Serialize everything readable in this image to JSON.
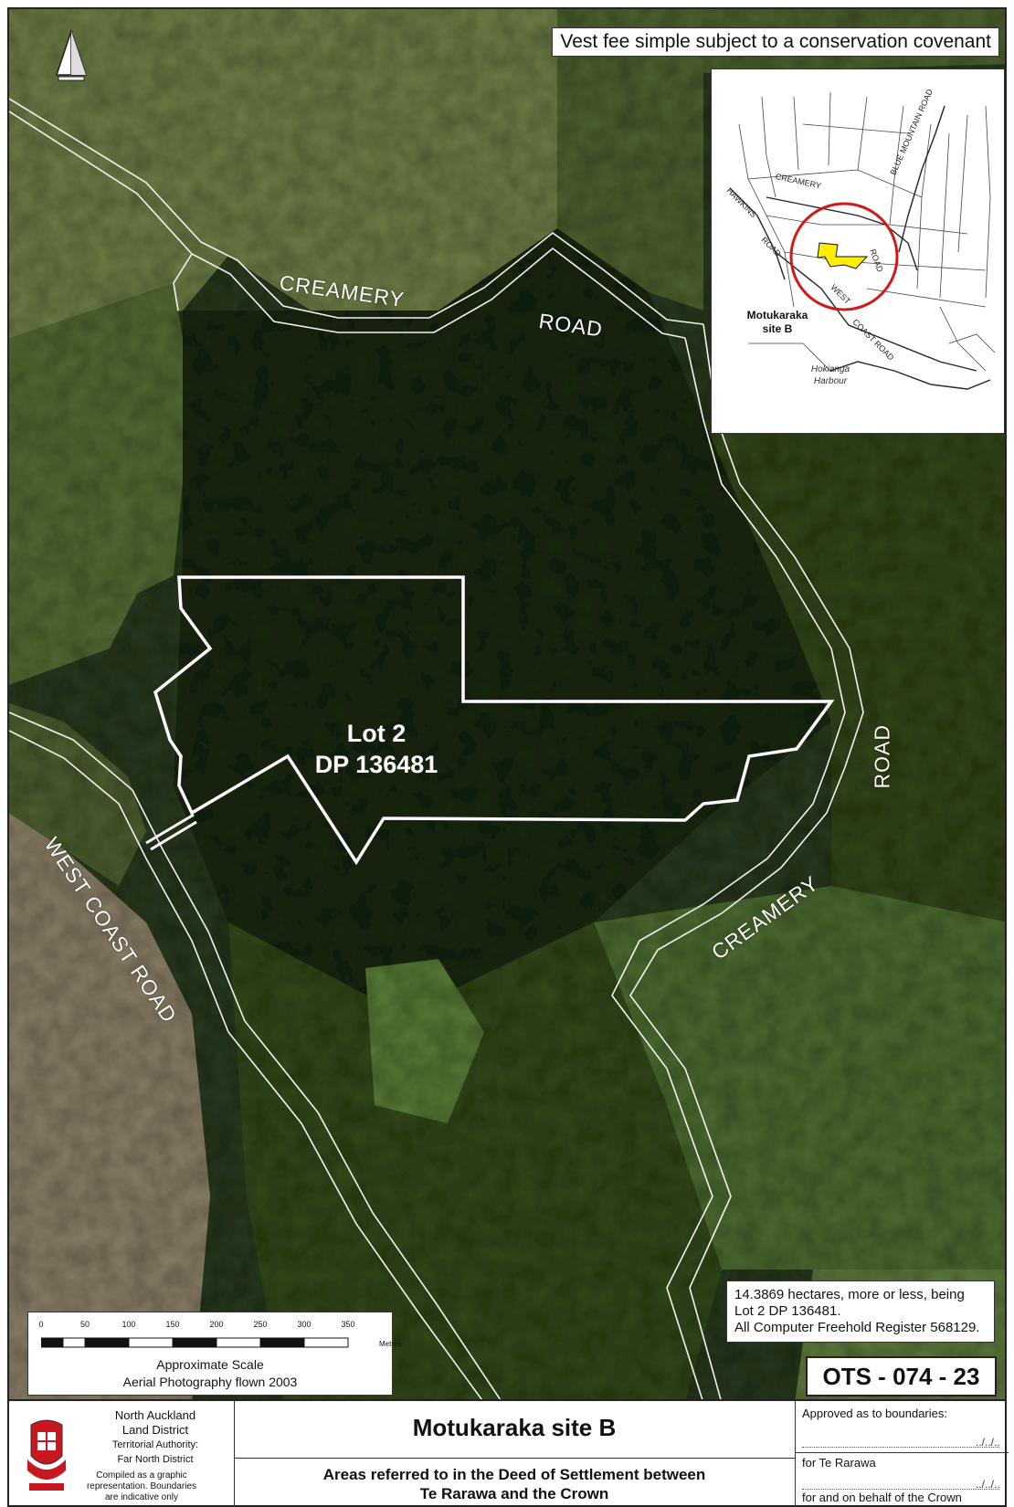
{
  "map": {
    "covenant_note": "Vest fee simple subject to a conservation covenant",
    "road_labels": {
      "creamery_top": "CREAMERY",
      "road_top": "ROAD",
      "road_right": "ROAD",
      "creamery_lower": "CREAMERY",
      "west_coast_road": "WEST COAST ROAD"
    },
    "lot": {
      "line1": "Lot 2",
      "line2": "DP 136481"
    },
    "area_description": {
      "line1": "14.3869 hectares, more or less, being",
      "line2": "Lot 2 DP 136481.",
      "line3": "All Computer Freehold Register 568129."
    },
    "reference": "OTS - 074 - 23"
  },
  "inset": {
    "labels": {
      "creamery": "CREAMERY",
      "hawkins": "HAWKINS",
      "road_hawkins": "ROAD",
      "blue_mountain": "BLUE MOUNTAIN ROAD",
      "road_right": "ROAD",
      "west": "WEST",
      "coast_road": "COAST ROAD"
    },
    "site_line1": "Motukaraka",
    "site_line2": "site B",
    "harbour_line1": "Hokianga",
    "harbour_line2": "Harbour",
    "colors": {
      "site_fill": "#ffee00",
      "site_circle": "#d11919"
    }
  },
  "scale": {
    "ticks": [
      "0",
      "50",
      "100",
      "150",
      "200",
      "250",
      "300",
      "350"
    ],
    "units": "Metres",
    "caption": "Approximate Scale",
    "photo_note": "Aerial Photography flown 2003"
  },
  "title_block": {
    "authority": {
      "line1": "North Auckland",
      "line2": "Land District",
      "line3": "Territorial Authority:",
      "line4": "Far North District"
    },
    "compiled_note": {
      "line1": "Compiled as a graphic",
      "line2": "representation. Boundaries",
      "line3": "are indicative only"
    },
    "site_title": "Motukaraka site B",
    "deed_line1": "Areas referred to in the Deed of Settlement between",
    "deed_line2": "Te Rarawa and the Crown",
    "approval": {
      "heading": "Approved as to boundaries:",
      "for_te_rarawa": "for Te Rarawa",
      "for_crown": "for and on behalf of the Crown",
      "date_mark": "../../.."
    }
  },
  "icons": {
    "north": "north-arrow-icon",
    "crest": "coat-of-arms-icon"
  },
  "colors": {
    "forest_dark": "#1c2a16",
    "forest_mid": "#2e3f22",
    "pasture": "#6f8048",
    "estuary": "#8b7e66",
    "boundary": "#ffffff"
  }
}
